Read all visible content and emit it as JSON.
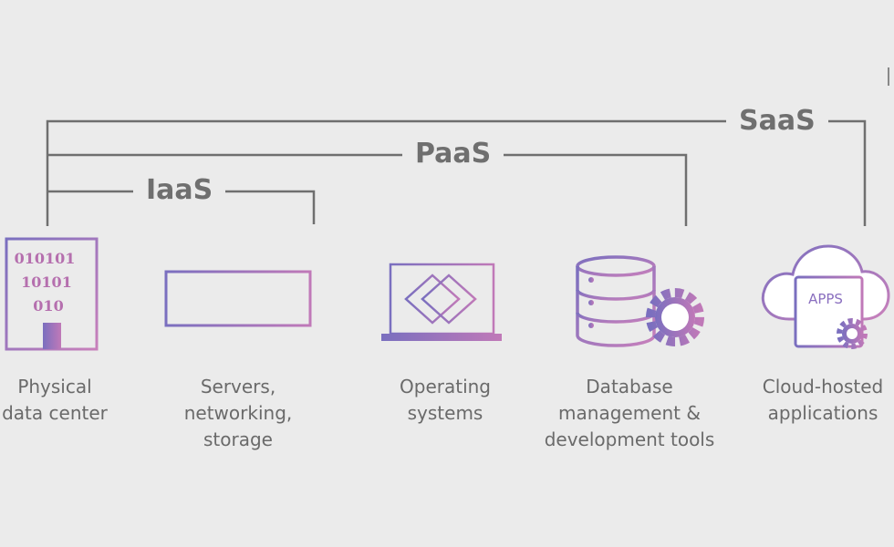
{
  "brackets": {
    "iaas": "IaaS",
    "paas": "PaaS",
    "saas": "SaaS"
  },
  "items": [
    {
      "id": "physical-data-center",
      "lines": [
        "Physical",
        "data center"
      ],
      "icon": "building-icon",
      "binary": [
        "010101",
        "10101",
        "010"
      ]
    },
    {
      "id": "servers",
      "lines": [
        "Servers,",
        "networking,",
        "storage"
      ],
      "icon": "server-rack-icon"
    },
    {
      "id": "operating-systems",
      "lines": [
        "Operating",
        "systems"
      ],
      "icon": "laptop-icon"
    },
    {
      "id": "database-tools",
      "lines": [
        "Database",
        "management &",
        "development tools"
      ],
      "icon": "database-gear-icon"
    },
    {
      "id": "cloud-apps",
      "lines": [
        "Cloud-hosted",
        "applications"
      ],
      "icon": "cloud-apps-icon",
      "badge": "APPS"
    }
  ],
  "colors": {
    "background": "#ebebeb",
    "line": "#6f6f6f",
    "gradient_start": "#7a6fbf",
    "gradient_end": "#c079b8"
  }
}
